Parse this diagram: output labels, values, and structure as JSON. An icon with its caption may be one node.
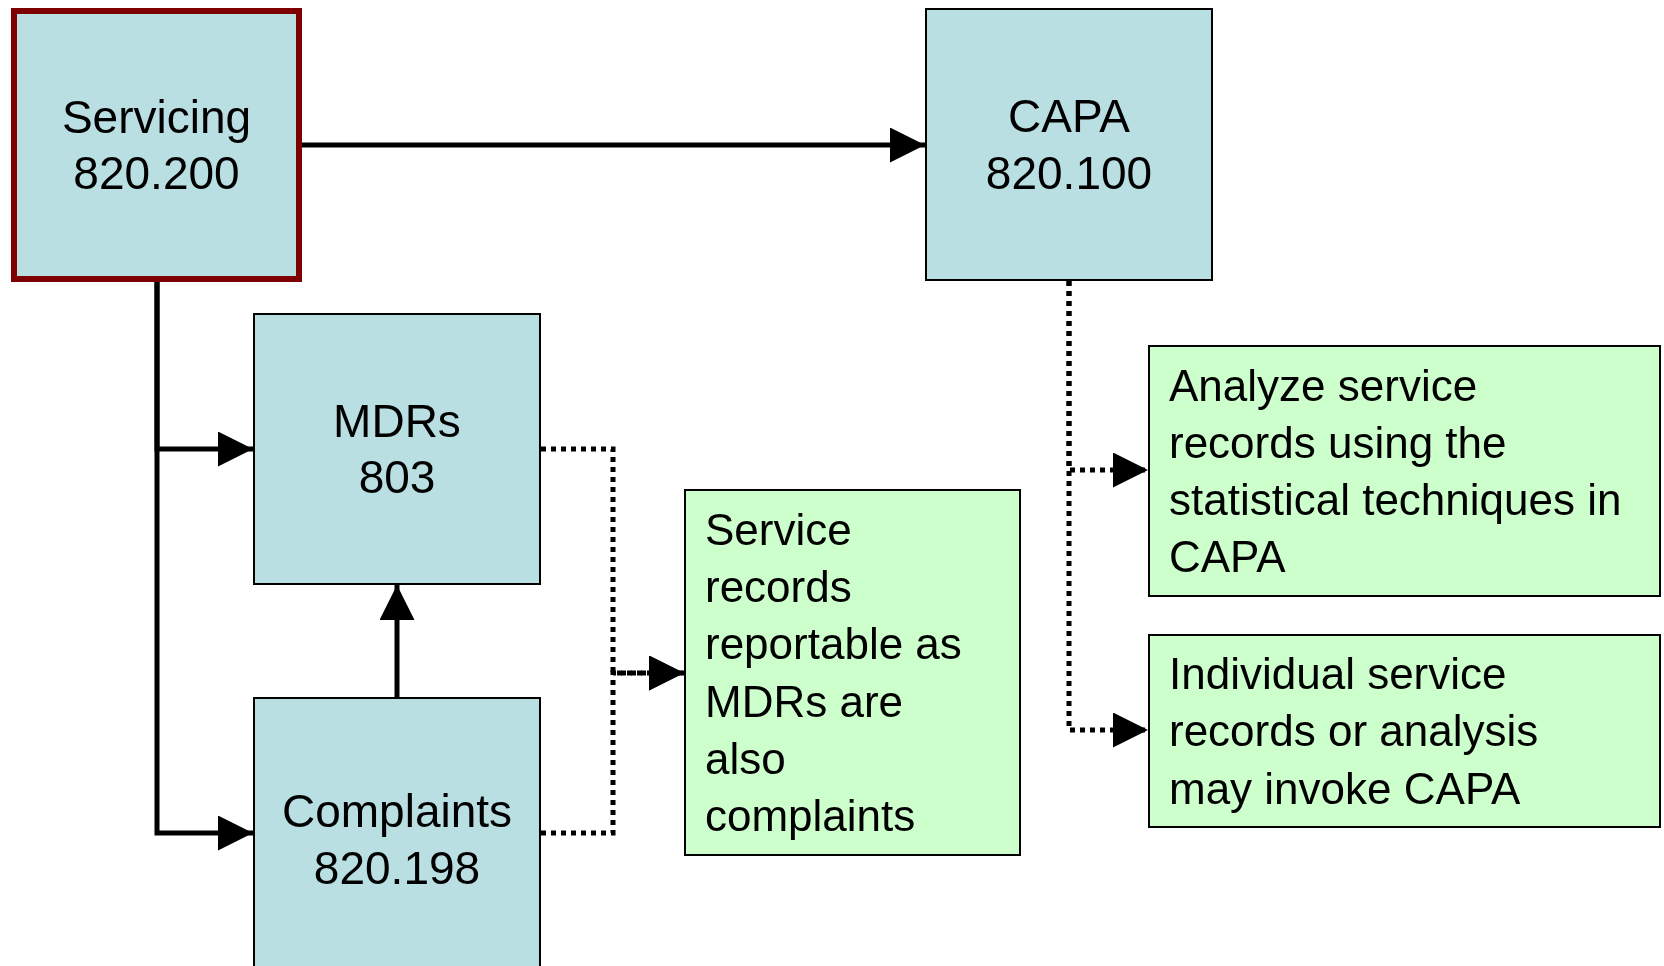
{
  "diagram": {
    "nodes": [
      {
        "text": [
          "Servicing 820.200"
        ]
      },
      {
        "text": [
          "CAPA 820.100"
        ]
      },
      {
        "text": [
          "MDRs 803"
        ]
      },
      {
        "text": [
          "Complaints 820.198"
        ]
      },
      {
        "text": [
          "Service records reportable as MDRs are also complaints"
        ]
      },
      {
        "text": [
          "Analyze service records using the statistical techniques in CAPA"
        ]
      },
      {
        "text": [
          "Individual service records or analysis may invoke CAPA"
        ]
      }
    ],
    "edges": [
      {
        "from": 0,
        "to": 1,
        "arrow": "to"
      },
      {
        "from": 0,
        "to": 2,
        "arrow": "to"
      },
      {
        "from": 0,
        "to": 3,
        "arrow": "to"
      },
      {
        "from": 3,
        "to": 2,
        "arrow": "to"
      },
      {
        "from": 2,
        "to": 4,
        "arrow": "to",
        "style": "dashed"
      },
      {
        "from": 3,
        "to": 4,
        "arrow": "to",
        "style": "dashed"
      },
      {
        "from": 1,
        "to": 5,
        "arrow": "to",
        "style": "dashed"
      },
      {
        "from": 1,
        "to": 6,
        "arrow": "to",
        "style": "dashed"
      }
    ]
  }
}
